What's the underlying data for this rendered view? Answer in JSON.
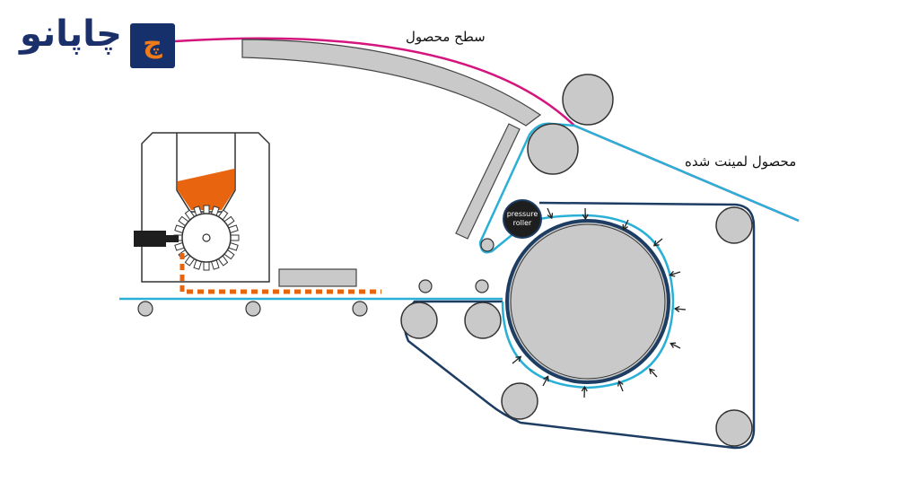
{
  "labels": {
    "product_surface": "سطح محصول",
    "laminated_product": "محصول لمینت شده",
    "pressure_roller_line1": "pressure",
    "pressure_roller_line2": "roller"
  },
  "logo": {
    "wordmark": "چاپانو",
    "mark": "چ"
  },
  "colors": {
    "magenta_film": "#d4157e",
    "cyan_substrate": "#2ab0d6",
    "belt_navy": "#1d3d63",
    "roller_gray": "#c9c9c9",
    "adhesive_orange": "#e8640f",
    "logo_navy": "#16306b",
    "logo_orange": "#f07b1b"
  }
}
